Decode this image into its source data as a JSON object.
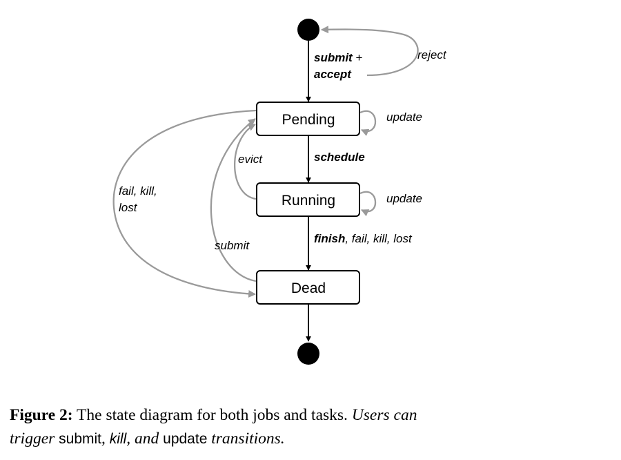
{
  "states": {
    "pending": "Pending",
    "running": "Running",
    "dead": "Dead"
  },
  "edges": {
    "submit_bold": "submit",
    "plus": " +",
    "accept": "accept",
    "reject": "reject",
    "update_pending": "update",
    "schedule": "schedule",
    "evict": "evict",
    "update_running": "update",
    "finish": "finish",
    "finish_rest": ", fail, kill, lost",
    "fail_kill": "fail, kill,",
    "lost": "lost",
    "submit_dead": "submit"
  },
  "caption": {
    "figure_label": "Figure 2:",
    "text": " The state diagram for both jobs and tasks. ",
    "italic_1": "Users can",
    "italic_2": "trigger ",
    "cmd_submit": "submit",
    "comma_1": ", ",
    "cmd_kill": "kill",
    "and": ", and ",
    "cmd_update": "update",
    "end": " transitions."
  },
  "colors": {
    "primary_edge": "#000000",
    "secondary_edge": "#9a9a9a"
  }
}
